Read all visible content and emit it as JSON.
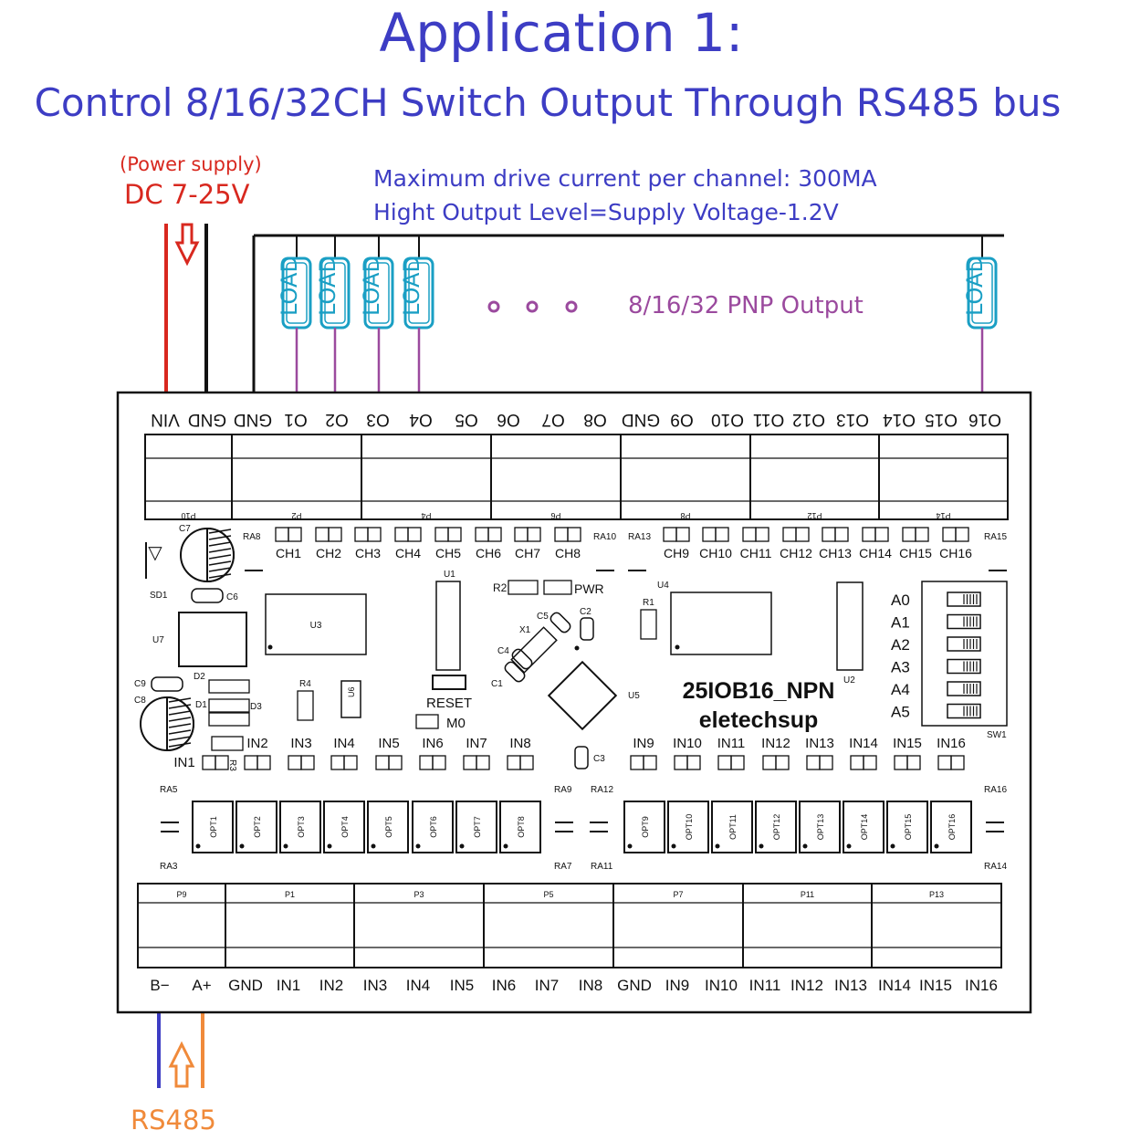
{
  "title": "Application 1:",
  "subtitle": "Control 8/16/32CH Switch Output Through RS485 bus",
  "power": {
    "note": "(Power supply)",
    "voltage": "DC 7-25V"
  },
  "specs": {
    "line1": "Maximum drive current per channel: 300MA",
    "line2": "Hight Output Level=Supply Voltage-1.2V"
  },
  "load_label": "LOAD",
  "pnp_output_label": "8/16/32 PNP Output",
  "rs485_label": "RS485",
  "board": {
    "model": "25IOB16_NPN",
    "brand": "eletechsup",
    "top_terminals": [
      "VIN",
      "GND",
      "GND",
      "O1",
      "O2",
      "O3",
      "O4",
      "O5",
      "O6",
      "O7",
      "O8",
      "GND",
      "O9",
      "O10",
      "O11",
      "O12",
      "O13",
      "O14",
      "O15",
      "O16"
    ],
    "bottom_terminals": [
      "B−",
      "A+",
      "GND",
      "IN1",
      "IN2",
      "IN3",
      "IN4",
      "IN5",
      "IN6",
      "IN7",
      "IN8",
      "GND",
      "IN9",
      "IN10",
      "IN11",
      "IN12",
      "IN13",
      "IN14",
      "IN15",
      "IN16"
    ],
    "top_connectors": [
      "P10",
      "P2",
      "P4",
      "P6",
      "P8",
      "P12",
      "P14"
    ],
    "bottom_connectors": [
      "P9",
      "P1",
      "P3",
      "P5",
      "P7",
      "P11",
      "P13"
    ],
    "channels": [
      "CH1",
      "CH2",
      "CH3",
      "CH4",
      "CH5",
      "CH6",
      "CH7",
      "CH8",
      "CH9",
      "CH10",
      "CH11",
      "CH12",
      "CH13",
      "CH14",
      "CH15",
      "CH16"
    ],
    "inputs": [
      "IN1",
      "IN2",
      "IN3",
      "IN4",
      "IN5",
      "IN6",
      "IN7",
      "IN8",
      "IN9",
      "IN10",
      "IN11",
      "IN12",
      "IN13",
      "IN14",
      "IN15",
      "IN16"
    ],
    "optos": [
      "OPT1",
      "OPT2",
      "OPT3",
      "OPT4",
      "OPT5",
      "OPT6",
      "OPT7",
      "OPT8",
      "OPT9",
      "OPT10",
      "OPT11",
      "OPT12",
      "OPT13",
      "OPT14",
      "OPT15",
      "OPT16"
    ],
    "address_switches": [
      "A0",
      "A1",
      "A2",
      "A3",
      "A4",
      "A5"
    ],
    "silkscreen": {
      "ra8": "RA8",
      "ra10": "RA10",
      "ra13": "RA13",
      "ra15": "RA15",
      "ra5": "RA5",
      "ra3": "RA3",
      "ra9": "RA9",
      "ra7": "RA7",
      "ra12": "RA12",
      "ra11": "RA11",
      "ra16": "RA16",
      "ra14": "RA14",
      "c7": "C7",
      "sd1": "SD1",
      "c6": "C6",
      "u7": "U7",
      "c9": "C9",
      "c8": "C8",
      "d2": "D2",
      "d1": "D1",
      "d3": "D3",
      "r3": "R3",
      "r4": "R4",
      "u6": "U6",
      "u3": "U3",
      "u1": "U1",
      "r2": "R2",
      "pwr": "PWR",
      "c5": "C5",
      "c2": "C2",
      "x1": "X1",
      "c4": "C4",
      "c1": "C1",
      "u5": "U5",
      "c3": "C3",
      "reset": "RESET",
      "m0": "M0",
      "u4": "U4",
      "r1": "R1",
      "u2": "U2",
      "sw1": "SW1"
    }
  },
  "colors": {
    "title": "#3d3dc4",
    "power": "#d8281f",
    "load": "#1a9fc4",
    "load_wire": "#9b4a9e",
    "rs485_b": "#3d3dc4",
    "rs485_a": "#f08a3a"
  }
}
